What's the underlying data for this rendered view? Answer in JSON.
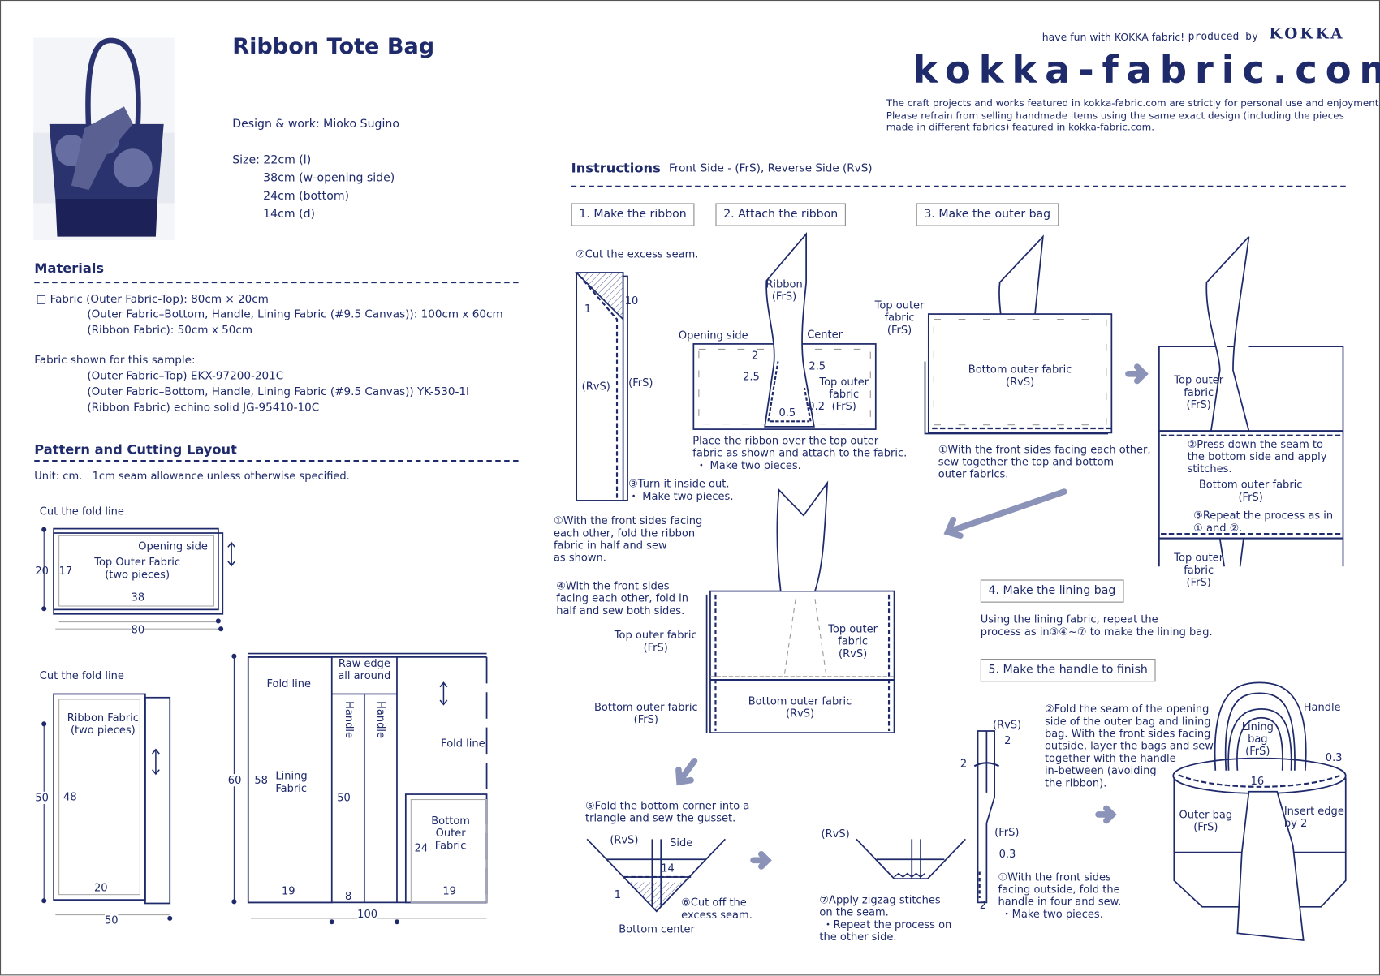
{
  "header": {
    "title": "Ribbon Tote Bag",
    "design": "Design & work: Mioko Sugino",
    "size_label": "Size: 22cm (l)",
    "size_lines": [
      "38cm (w-opening side)",
      "24cm (bottom)",
      "14cm (d)"
    ],
    "tagline": "have fun with KOKKA fabric!",
    "produced_by": "produced by",
    "brand": "KOKKA",
    "logo": "kokka-fabric.com",
    "disclaimer": "The craft projects and works featured in kokka-fabric.com are strictly for personal use and enjoyment.\nPlease refrain from selling handmade items using the same exact design (including the pieces\nmade in different fabrics) featured in kokka-fabric.com."
  },
  "materials": {
    "heading": "Materials",
    "fabric_lines": [
      "□ Fabric (Outer Fabric-Top): 80cm × 20cm",
      "(Outer Fabric–Bottom, Handle, Lining Fabric (#9.5 Canvas)): 100cm x 60cm",
      "(Ribbon Fabric): 50cm x 50cm"
    ],
    "sample_heading": "Fabric shown for this sample:",
    "sample_lines": [
      "(Outer Fabric–Top) EKX-97200-201C",
      "(Outer Fabric–Bottom, Handle, Lining Fabric (#9.5 Canvas)) YK-530-1I",
      "(Ribbon Fabric) echino solid JG-95410-10C"
    ]
  },
  "pattern": {
    "heading": "Pattern and Cutting Layout",
    "unit": "Unit: cm.   1cm seam allowance unless otherwise specified.",
    "top": {
      "cut": "Cut the fold line",
      "opening": "Opening side",
      "name": "Top Outer Fabric\n(two pieces)",
      "h": "20",
      "ih": "17",
      "iw": "38",
      "w": "80"
    },
    "ribbon": {
      "cut": "Cut the fold line",
      "name": "Ribbon Fabric\n(two pieces)",
      "h": "50",
      "ih": "48",
      "iw": "20",
      "w": "50"
    },
    "layout": {
      "fold1": "Fold line",
      "raw": "Raw edge\nall around",
      "handle1": "Handle",
      "handle2": "Handle",
      "fold2": "Fold line",
      "lining": "Lining\nFabric",
      "h": "60",
      "lh": "58",
      "hh": "50",
      "lw": "19",
      "hw": "8",
      "bottom": "Bottom\nOuter\nFabric",
      "bh": "24",
      "bw": "19",
      "w": "100"
    }
  },
  "instructions": {
    "heading": "Instructions",
    "legend": "Front Side - (FrS), Reverse Side (RvS)",
    "steps": [
      "1. Make the ribbon",
      "2. Attach the ribbon",
      "3. Make the outer bag",
      "4. Make the lining bag",
      "5. Make the handle to finish"
    ],
    "s1": {
      "cut": "②Cut the excess seam.",
      "one": "1",
      "ten": "10",
      "rvs": "(RvS)",
      "frs": "(FrS)",
      "turn": "③Turn it inside out.\n・ Make two pieces.",
      "fold": "①With the front sides facing\neach other, fold the ribbon\nfabric in half and sew\nas shown."
    },
    "s2": {
      "ribbon": "Ribbon\n(FrS)",
      "opening": "Opening side",
      "center": "Center",
      "two": "2",
      "a": "2.5",
      "b": "2.5",
      "top": "Top outer\nfabric\n(FrS)",
      "c": "0.2",
      "d": "0.5",
      "note": "Place the ribbon over the top outer\nfabric as shown and attach to the fabric.\n ・ Make two pieces."
    },
    "s3": {
      "top": "Top outer\nfabric\n(FrS)",
      "bottom": "Bottom outer fabric\n(RvS)",
      "sew": "①With the front sides facing each other,\nsew together the top and bottom\nouter fabrics.",
      "top2": "Top outer\nfabric\n(FrS)",
      "press": "②Press down the seam to\nthe bottom side and apply\nstitches.",
      "bottom2": "Bottom outer fabric\n(FrS)",
      "repeat": "③Repeat the process as in\n① and ②.",
      "top3": "Top outer\nfabric\n(FrS)",
      "fold": "④With the front sides\nfacing each other, fold in\nhalf and sew both sides.",
      "topf": "Top outer fabric\n(FrS)",
      "topr": "Top outer\nfabric\n(RvS)",
      "botf": "Bottom outer fabric\n(FrS)",
      "botr": "Bottom outer fabric\n(RvS)",
      "gusset": "⑤Fold the bottom corner into a\ntriangle and sew the gusset.",
      "rvs": "(RvS)",
      "side": "Side",
      "fourteen": "14",
      "one": "1",
      "cut": "⑥Cut off the\nexcess seam.",
      "center": "Bottom center",
      "rvs2": "(RvS)",
      "zigzag": "⑦Apply zigzag stitches\non the seam.\n ・Repeat the process on\nthe other side."
    },
    "s4": {
      "text": "Using the lining fabric, repeat the\nprocess as in③④~⑦ to make the lining bag."
    },
    "s5": {
      "rvs": "(RvS)",
      "two_a": "2",
      "two_b": "2",
      "frs": "(FrS)",
      "pt3": "0.3",
      "two_c": "2",
      "fold": "①With the front sides\nfacing outside, fold the\nhandle in four and sew.\n ・Make two pieces.",
      "layer": "②Fold the seam of the opening\nside of the outer bag and lining\nbag. With the front sides facing\noutside, layer the bags and sew\ntogether with the handle\nin-between (avoiding\nthe ribbon).",
      "handle": "Handle",
      "lining": "Lining\nbag\n(FrS)",
      "pt3b": "0.3",
      "sixteen": "16",
      "outer": "Outer bag\n(FrS)",
      "insert": "Insert edge\nby 2"
    }
  },
  "colors": {
    "ink": "#1f2a6b",
    "arrow": "#8c93b8"
  }
}
